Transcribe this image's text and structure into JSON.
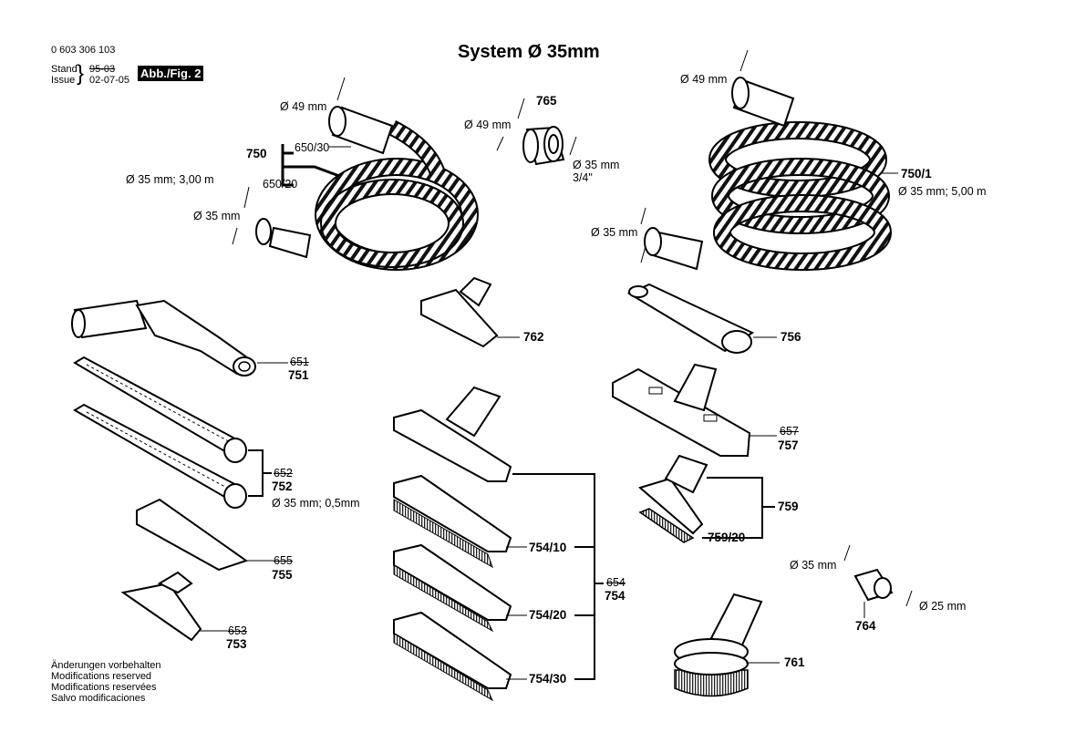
{
  "header": {
    "doc_number": "0 603 306 103",
    "stand_label": "Stand",
    "issue_label": "Issue",
    "stand_value": "95-03",
    "issue_value": "02-07-05",
    "fig_badge": "Abb./Fig. 2",
    "title": "System Ø 35mm"
  },
  "footer": {
    "lines": [
      "Änderungen vorbehalten",
      "Modifications reserved",
      "Modifications reservées",
      "Salvo modificaciones"
    ]
  },
  "hose_750": {
    "part": "750",
    "variant_a": "650/30",
    "variant_b": "650/20",
    "spec": "Ø 35 mm; 3,00 m",
    "dia_large": "Ø 49 mm",
    "dia_small": "Ø 35 mm"
  },
  "adapter_765": {
    "part": "765",
    "dia_large": "Ø 49 mm",
    "dia_small": "Ø 35 mm",
    "thread": "3/4\""
  },
  "hose_750_1": {
    "part": "750/1",
    "spec": "Ø 35 mm; 5,00 m",
    "dia_large": "Ø 49 mm",
    "dia_small": "Ø 35 mm"
  },
  "parts": {
    "p751": {
      "old": "651",
      "new": "751"
    },
    "p752": {
      "old": "652",
      "new": "752",
      "spec": "Ø 35 mm; 0,5mm"
    },
    "p755": {
      "old": "655",
      "new": "755"
    },
    "p753": {
      "old": "653",
      "new": "753"
    },
    "p762": {
      "new": "762"
    },
    "p756": {
      "new": "756"
    },
    "p757": {
      "old": "657",
      "new": "757"
    },
    "p759": {
      "new": "759",
      "sub": "759/20"
    },
    "p754": {
      "old": "654",
      "new": "754",
      "sub10": "754/10",
      "sub20": "754/20",
      "sub30": "754/30"
    },
    "p764": {
      "new": "764",
      "dia_large": "Ø 35 mm",
      "dia_small": "Ø 25 mm"
    },
    "p761": {
      "new": "761"
    }
  }
}
